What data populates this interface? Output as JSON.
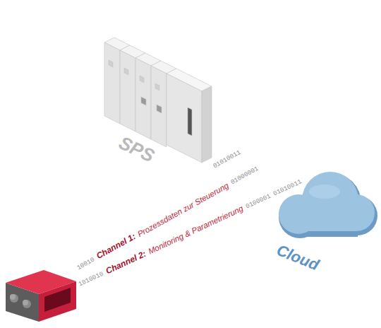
{
  "diagram": {
    "nodes": [
      {
        "text": [
          "SPS"
        ]
      },
      {
        "text": [
          "Cloud"
        ]
      }
    ],
    "labels": [
      "10010",
      "Channel 1:",
      "Prozessdaten zur Steuerung",
      "01000001",
      "1010010",
      "Channel 2:",
      "Monitoring & Parametrierung",
      "0100001",
      "01010011",
      "01010011"
    ]
  }
}
